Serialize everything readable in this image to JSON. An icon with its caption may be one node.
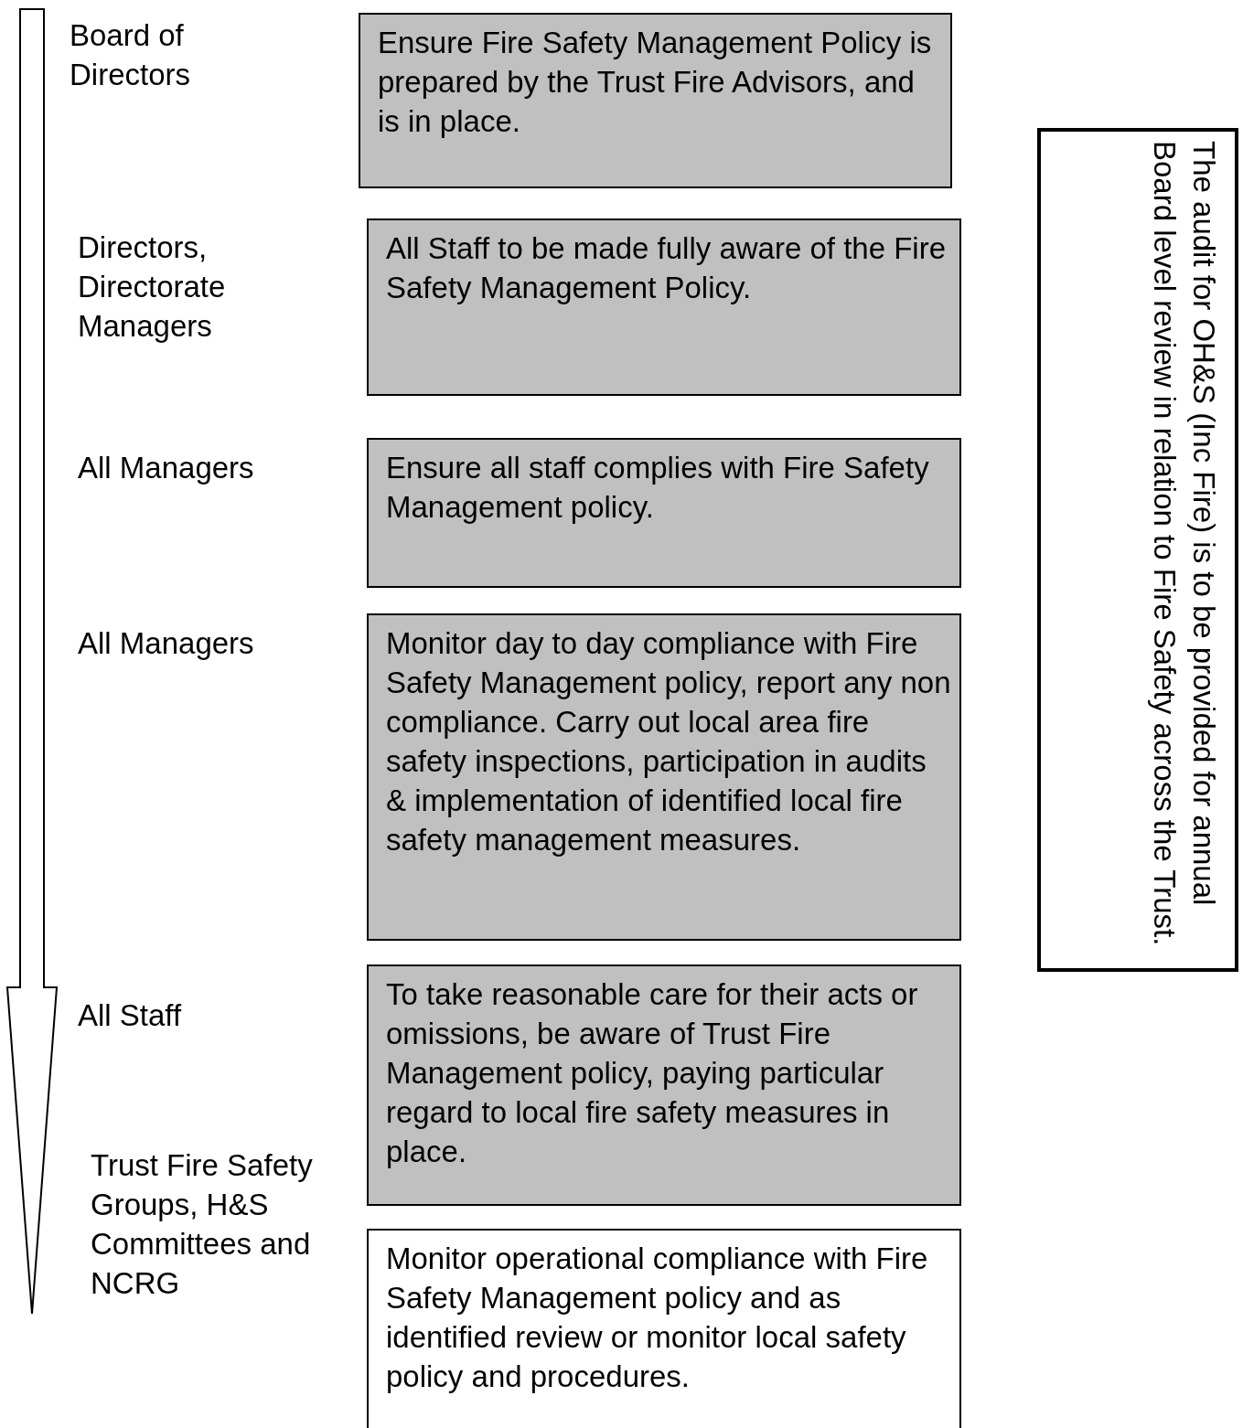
{
  "diagram": {
    "nodes": [
      {
        "text": [
          "Ensure Fire Safety Management Policy is prepared by the Trust Fire Advisors, and is in place."
        ]
      },
      {
        "text": [
          "All Staff to be made fully aware of the Fire Safety Management Policy."
        ]
      },
      {
        "text": [
          "Ensure all staff complies with Fire Safety Management policy."
        ]
      },
      {
        "text": [
          "Monitor day to day compliance with Fire Safety Management policy, report any non compliance.  Carry out local area fire safety inspections, participation in audits & implementation of identified local fire safety management measures."
        ]
      },
      {
        "text": [
          "To take reasonable care for their acts or omissions, be aware of Trust Fire Management policy, paying particular regard to local fire safety measures in place."
        ]
      },
      {
        "text": [
          "Monitor operational compliance with Fire Safety Management policy and as identified review or monitor local safety policy and procedures."
        ]
      },
      {
        "text": [
          "The audit for OH&S (Inc Fire) is to be provided for annual Board level review in relation to Fire Safety across the Trust."
        ]
      }
    ],
    "labels": [
      "Board of Directors",
      "Directors, Directorate Managers",
      "All Managers",
      "All Managers",
      "All Staff",
      "Trust Fire Safety Groups, H&S Committees and NCRG"
    ]
  }
}
